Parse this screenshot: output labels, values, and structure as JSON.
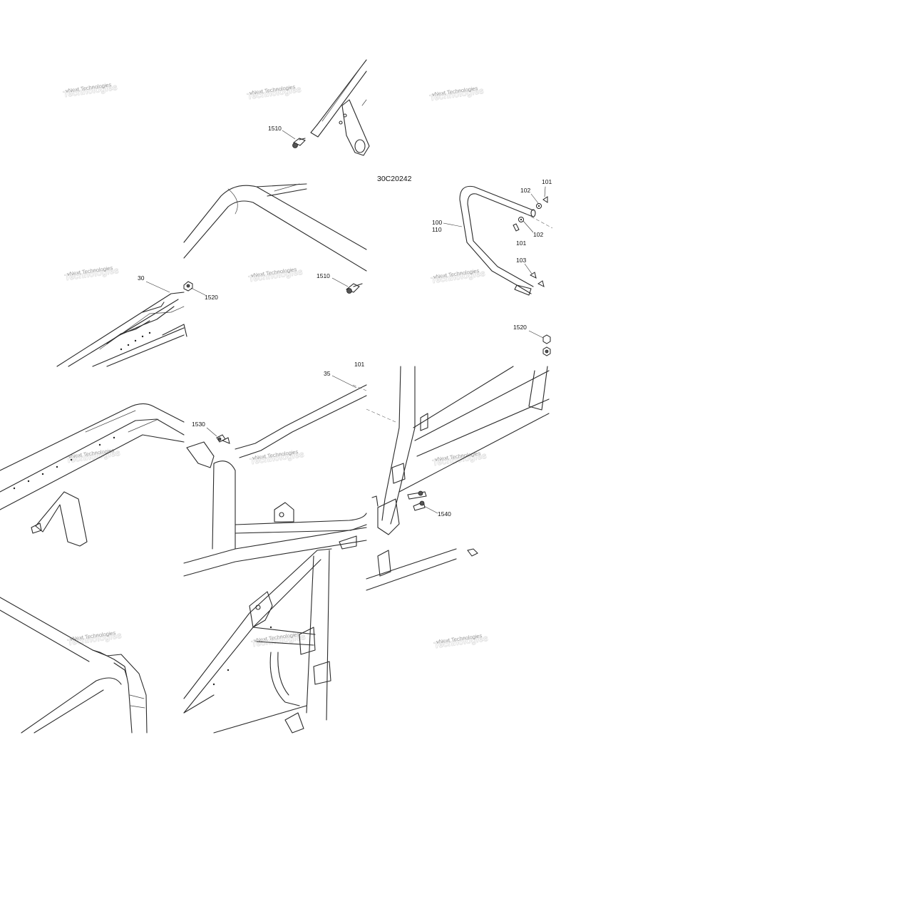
{
  "diagram": {
    "drawing_id": "30C20242",
    "watermark": "vNext Technologies",
    "part_labels": {
      "p1510a": "1510",
      "p1510b": "1510",
      "p30": "30",
      "p1520a": "1520",
      "p1520b": "1520",
      "p100": "100",
      "p110": "110",
      "p102a": "102",
      "p102b": "102",
      "p101a": "101",
      "p101b": "101",
      "p103": "103",
      "p35": "35",
      "p1530": "1530",
      "p1540": "1540"
    }
  }
}
